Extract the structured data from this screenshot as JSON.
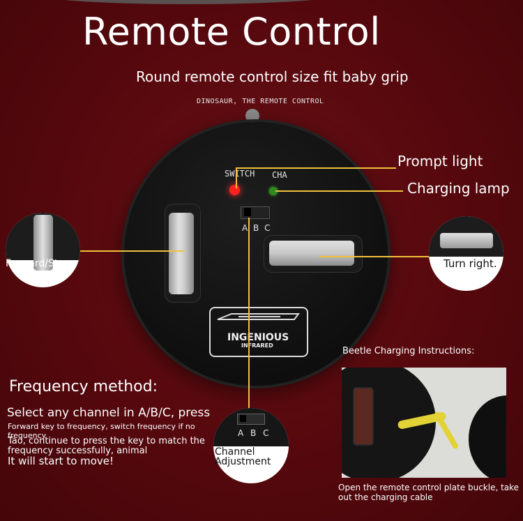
{
  "header": {
    "title": "Remote Control",
    "subtitle": "Round remote control size fit baby grip",
    "device_label": "DINOSAUR, THE REMOTE CONTROL"
  },
  "remote": {
    "switch_label": "SWITCH",
    "cha_label": "CHA",
    "channel_letters": "A B C",
    "logo_main": "INGENIOUS",
    "logo_sub": "INFRARED"
  },
  "callouts": {
    "prompt_light": "Prompt light",
    "charging_lamp": "Charging lamp",
    "forward_stop": "Forward/Stop",
    "turn_right": "Turn right.",
    "channel_adjustment": "Channel Adjustment",
    "inset_abc": "A B C"
  },
  "frequency": {
    "title": "Frequency method:",
    "line1": "Select any channel in A/B/C, press",
    "line2": "Forward key to frequency, switch frequency if no frequency",
    "line3": "Tao, continue to press the key to match the frequency successfully, animal",
    "line4": "It will start to move!"
  },
  "beetle": {
    "title": "Beetle Charging Instructions:",
    "caption": "Open the remote control plate buckle, take out the charging cable"
  },
  "colors": {
    "background": "#55080d",
    "callout_line": "#f0c23a",
    "red_led": "#ff2222",
    "green_led": "#2f8a1f"
  }
}
